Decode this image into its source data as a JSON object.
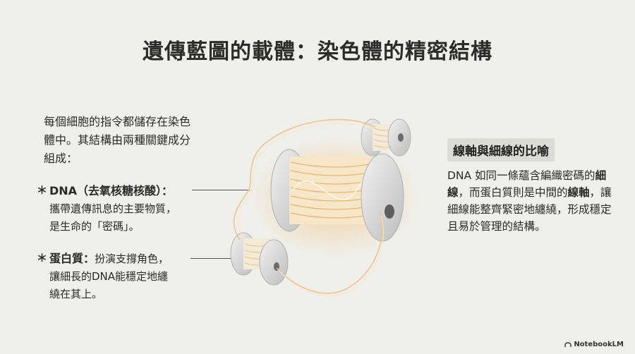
{
  "title": "遺傳藍圖的載體：染色體的精密結構",
  "intro": "每個細胞的指令都儲存在染色體中。其結構由兩種關鍵成分組成：",
  "bullets": [
    {
      "marker": "＊",
      "head": "DNA（去氧核糖核酸）：",
      "line1": "攜帶遺傳訊息的主要物質，",
      "line2": "是生命的「密碼」。"
    },
    {
      "marker": "＊",
      "head": "蛋白質：",
      "line1": "扮演支撐角色，",
      "line2": "讓細長的DNA能穩定地纏",
      "line3": "繞在其上。"
    }
  ],
  "panel": {
    "title": "線軸與細線的比喻",
    "p1": "DNA 如同一條蘊含編織密碼的",
    "bold1": "細線",
    "p2": "，而蛋白質則是中間的",
    "bold2": "線軸",
    "p3": "，讓細線能整齊緊密地纏繞，形成穩定且易於管理的結構。"
  },
  "brand": "NotebookLM",
  "colors": {
    "background": "#efefeb",
    "glow": "#f3c98f",
    "spool": "#dcdcdc"
  }
}
